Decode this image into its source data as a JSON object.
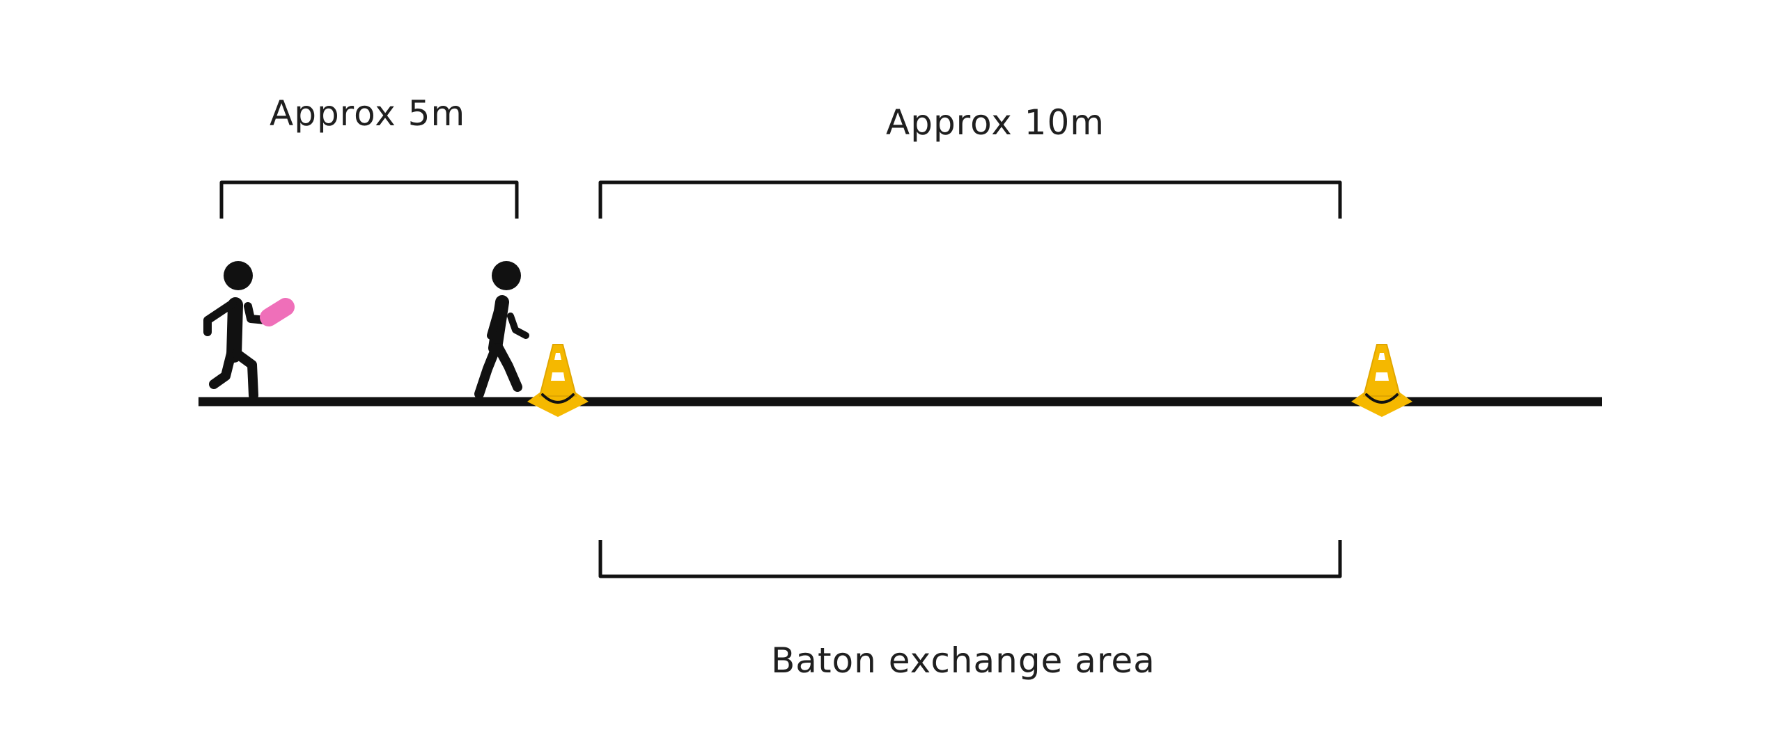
{
  "labels": {
    "approx_5m": "Approx 5m",
    "approx_10m": "Approx 10m",
    "baton_exchange_area": "Baton exchange area"
  },
  "colors": {
    "ink": "#111111",
    "baton": "#ef6fb9",
    "cone": "#f5b800",
    "cone_stripe": "#ffffff"
  },
  "icons": {
    "runner_with_baton": "walking-person-holding-baton-icon",
    "receiving_runner": "walking-person-icon",
    "cone": "traffic-cone-icon"
  }
}
